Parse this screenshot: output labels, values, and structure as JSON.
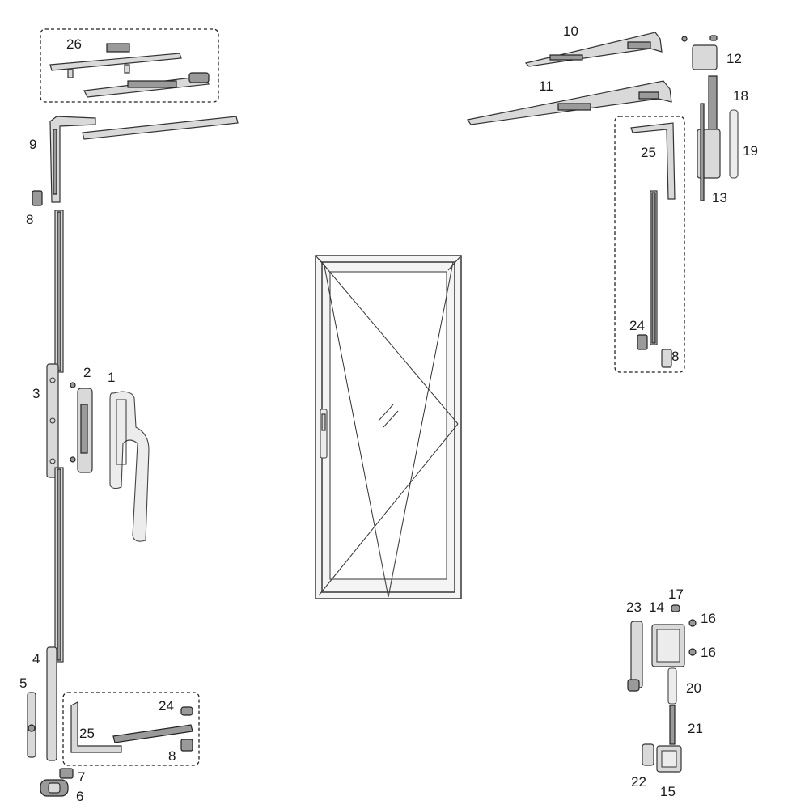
{
  "labels": {
    "p1": "1",
    "p2": "2",
    "p3": "3",
    "p4": "4",
    "p5": "5",
    "p6": "6",
    "p7": "7",
    "p8a": "8",
    "p8b": "8",
    "p8c": "8",
    "p9": "9",
    "p10": "10",
    "p11": "11",
    "p12": "12",
    "p13": "13",
    "p14": "14",
    "p15": "15",
    "p16a": "16",
    "p16b": "16",
    "p17": "17",
    "p18": "18",
    "p19": "19",
    "p20": "20",
    "p21": "21",
    "p22": "22",
    "p23": "23",
    "p24a": "24",
    "p24b": "24",
    "p25a": "25",
    "p25b": "25",
    "p26": "26"
  }
}
